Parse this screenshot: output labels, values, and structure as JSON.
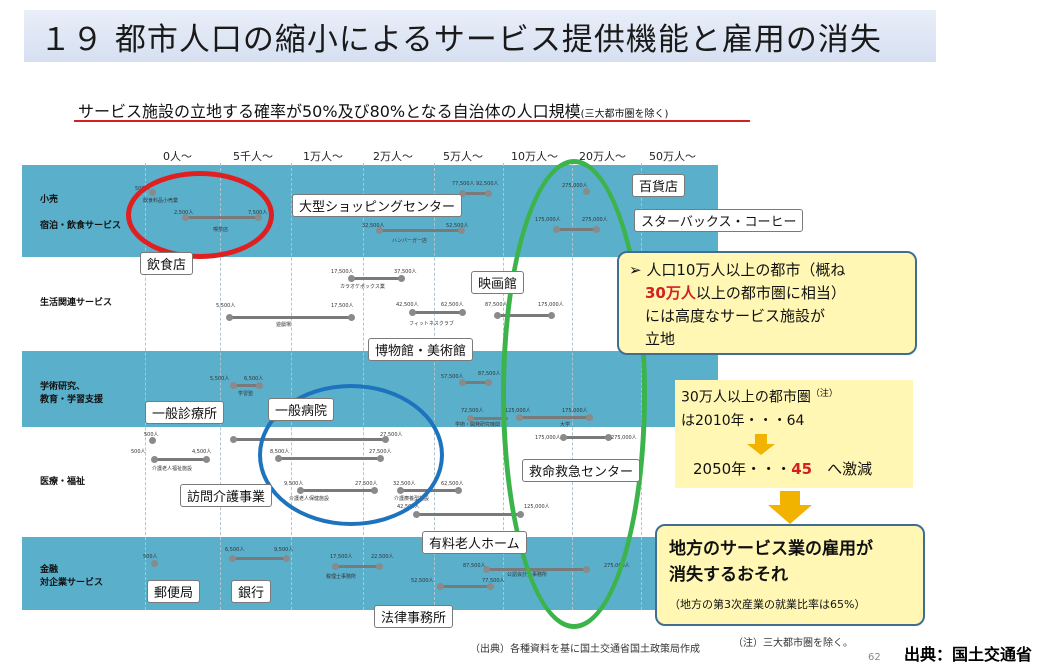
{
  "title": "１９ 都市人口の縮小によるサービス提供機能と雇用の消失",
  "subtitle": "サービス施設の立地する確率が50%及び80%となる自治体の人口規模",
  "subtitle_note": "(三大都市圏を除く)",
  "headers": [
    "0人～",
    "5千人～",
    "1万人～",
    "2万人～",
    "5万人～",
    "10万人～",
    "20万人～",
    "50万人～"
  ],
  "categories": {
    "retail": "小売",
    "lodging": "宿泊・飲食サービス",
    "living": "生活関連サービス",
    "academic": "学術研究、\n教育・学習支援",
    "medical": "医療・福祉",
    "finance": "金融\n対企業サービス"
  },
  "facilities": {
    "food_retail": "飲食料品小売業",
    "coffee": "喫茶店",
    "burger": "ハンバーガー店",
    "karaoke": "カラオケボックス業",
    "recreation": "遊戯場",
    "fitness": "フィットネスクラブ",
    "school": "学習塾",
    "research": "学術・開発研究機関",
    "university": "大学",
    "elderly_facility": "介護老人福祉施設",
    "elderly_health": "介護老人保健施設",
    "elderly_care_b": "介護療養型施設",
    "tax_office": "税理士事務所",
    "accounting": "公認会計士事務所"
  },
  "values": {
    "v500": "500人",
    "v2500": "2,500人",
    "v4500": "4,500人",
    "v5500": "5,500人",
    "v6500": "6,500人",
    "v7500": "7,500人",
    "v8500": "8,500人",
    "v9500": "9,500人",
    "v17500": "17,500人",
    "v22500": "22,500人",
    "v27500": "27,500人",
    "v32500": "32,500人",
    "v37500": "37,500人",
    "v42500": "42,500人",
    "v52500": "52,500人",
    "v57500": "57,500人",
    "v62500": "62,500人",
    "v72500": "72,500人",
    "v77500": "77,500人",
    "v87500": "87,500人",
    "v92500": "92,500人",
    "v125000": "125,000人",
    "v175000": "175,000人",
    "v275000": "275,000人"
  },
  "callouts": {
    "dept_store": "百貨店",
    "shopping": "大型ショッピングセンター",
    "starbucks": "スターバックス・コーヒー",
    "restaurant": "飲食店",
    "cinema": "映画館",
    "museum": "博物館・美術館",
    "clinic": "一般診療所",
    "hospital": "一般病院",
    "home_care": "訪問介護事業",
    "emergency": "救命救急センター",
    "nursing_home": "有料老人ホーム",
    "post_office": "郵便局",
    "bank": "銀行",
    "law_office": "法律事務所"
  },
  "box1": {
    "line1_pre": "➢ 人口10万人以上の都市（概ね",
    "line2_red": "30万人",
    "line2_post": "以上の都市圏に相当）",
    "line3": "には高度なサービス施設が",
    "line4": "立地"
  },
  "box2": {
    "line1": "30万人以上の都市圏",
    "note_mark": "（注）",
    "line2": "は2010年・・・64",
    "line3_pre": "2050年・・・",
    "line3_red": "45",
    "line3_post": "　へ激減"
  },
  "box3": {
    "line1": "地方のサービス業の雇用が",
    "line2": "消失するおそれ",
    "line3": "（地方の第3次産業の就業比率は65%）"
  },
  "footer": {
    "source_note": "（出典）各種資料を基に国土交通省国土政策局作成",
    "note": "（注）三大都市圏を除く。",
    "page": "62",
    "source": "出典：国土交通省"
  },
  "colors": {
    "band": "#5aafcb",
    "red_circle": "#e02020",
    "blue_circle": "#1e73be",
    "green_circle": "#3cb44b",
    "box_fill": "#fff7b3",
    "arrow": "#f2b200"
  }
}
